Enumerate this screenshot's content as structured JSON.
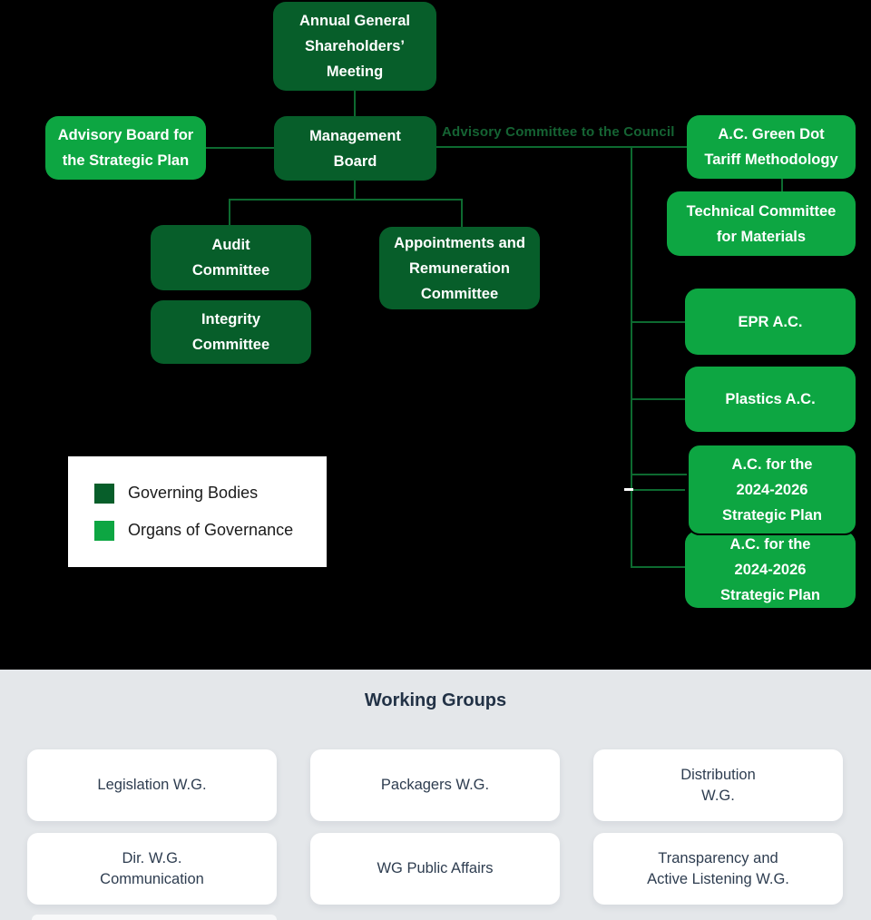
{
  "org_chart": {
    "boxes": {
      "agm": "Annual General\nShareholders’\nMeeting",
      "management_board": "Management\nBoard",
      "advisory_board": "Advisory Board for\nthe Strategic Plan",
      "green_dot": "A.C. Green Dot\nTariff Methodology",
      "technical_committee": "Technical Committee\nfor Materials",
      "audit_committee": "Audit\nCommittee",
      "integrity_committee": "Integrity\nCommittee",
      "appointments_committee": "Appointments and\nRemuneration\nCommittee",
      "epr_ac": "EPR A.C.",
      "plastics_ac": "Plastics A.C.",
      "strategic_plan_ac_1": "A.C. for the\n2024-2026\nStrategic Plan",
      "strategic_plan_ac_2": "A.C. for the\n2024-2026\nStrategic Plan"
    },
    "connector_label": "Advisory Committee to the Council",
    "legend": {
      "items": [
        {
          "label": "Governing Bodies",
          "color": "#075e2a"
        },
        {
          "label": "Organs of Governance",
          "color": "#0da642"
        }
      ]
    },
    "colors": {
      "governing_bodies": "#075e2a",
      "organs_of_governance": "#0da642",
      "connector_line": "#0d6a30",
      "background": "#000000"
    }
  },
  "working_groups": {
    "title": "Working Groups",
    "section_background": "#e4e7ea",
    "cards": [
      "Legislation W.G.",
      "Packagers W.G.",
      "Distribution\nW.G.",
      "Dir. W.G.\nCommunication",
      "WG Public Affairs",
      "Transparency and\nActive Listening W.G."
    ]
  }
}
